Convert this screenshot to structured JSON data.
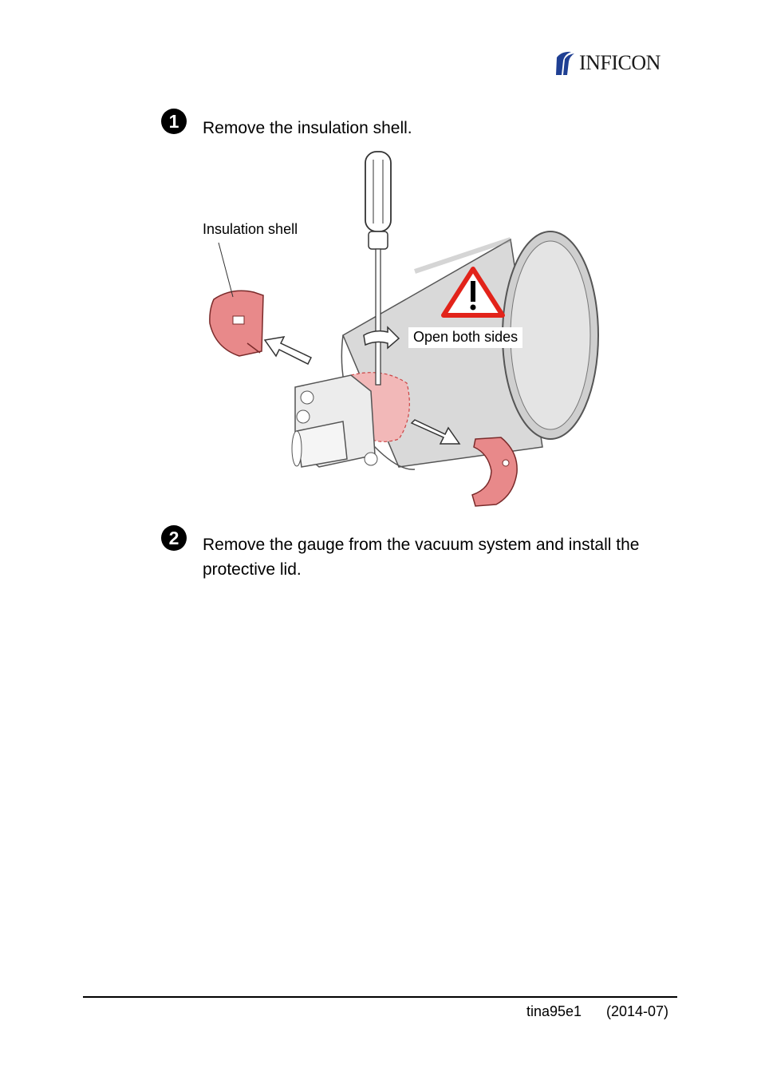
{
  "header": {
    "logo_text": "INFICON"
  },
  "steps": [
    {
      "number": "1",
      "text": "Remove the insulation shell."
    },
    {
      "number": "2",
      "text": "Remove the gauge from the vacuum system and install the protective lid."
    }
  ],
  "figure": {
    "label_insulation_shell": "Insulation shell",
    "label_open_both_sides": "Open both sides",
    "shell_color": "#e8898a",
    "warning_color": "#e2231a"
  },
  "footer": {
    "doc_id": "tina95e1",
    "date": "(2014-07)"
  }
}
